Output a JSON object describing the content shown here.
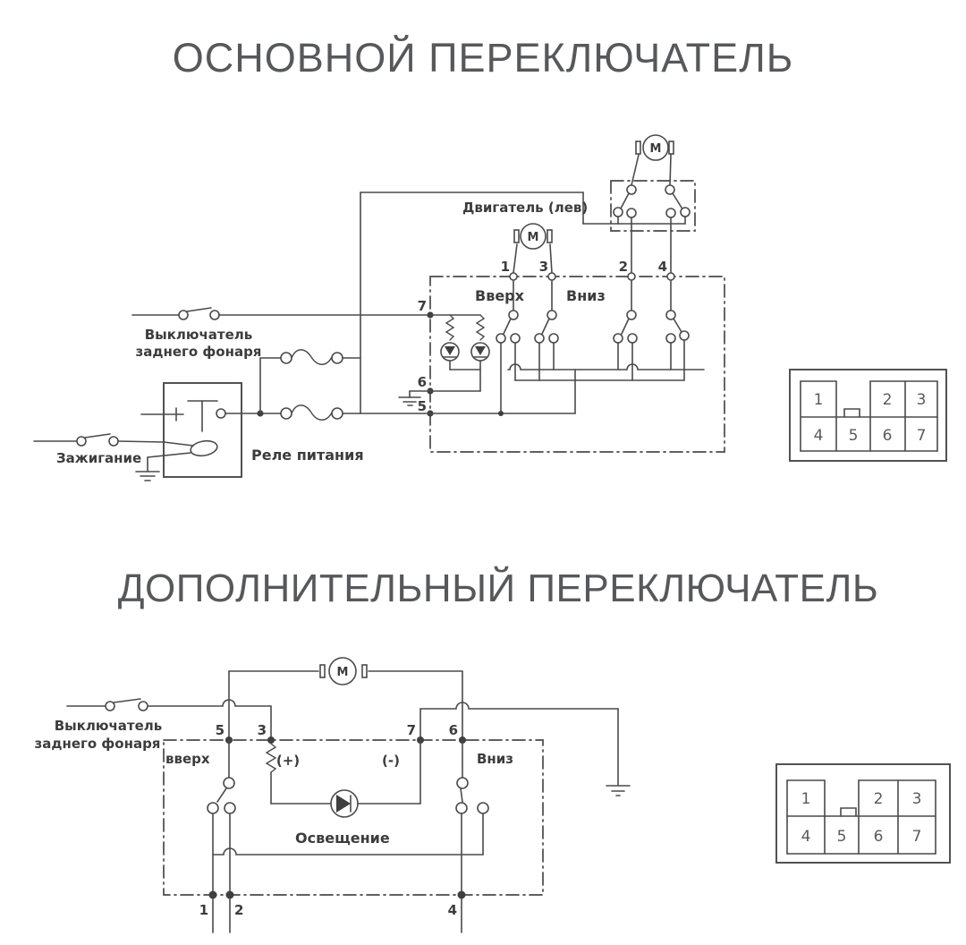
{
  "page": {
    "background": "#ffffff",
    "line_color": "#4a4a4a",
    "title_color": "#57585b"
  },
  "main_switch": {
    "title": "ОСНОВНОЙ ПЕРЕКЛЮЧАТЕЛЬ",
    "labels": {
      "motor_left": "Двигатель (лев)",
      "up": "Вверх",
      "down": "Вниз",
      "rear_light_switch_line1": "Выключатель",
      "rear_light_switch_line2": "заднего фонаря",
      "ignition": "Зажигание",
      "power_relay": "Реле питания",
      "motor_symbol": "M"
    },
    "pins": {
      "top": [
        "1",
        "3",
        "2",
        "4"
      ],
      "left": [
        "7",
        "6",
        "5"
      ]
    },
    "connector": {
      "cells": [
        "1",
        "2",
        "3",
        "4",
        "5",
        "6",
        "7"
      ]
    }
  },
  "aux_switch": {
    "title": "ДОПОЛНИТЕЛЬНЫЙ ПЕРЕКЛЮЧАТЕЛЬ",
    "labels": {
      "rear_light_switch_line1": "Выключатель",
      "rear_light_switch_line2": "заднего фонаря",
      "up": "вверх",
      "down": "Вниз",
      "plus": "(+)",
      "minus": "(-)",
      "illumination": "Освещение",
      "motor_symbol": "M"
    },
    "pins": {
      "top": [
        "5",
        "3",
        "7",
        "6"
      ],
      "bottom": [
        "1",
        "2",
        "4"
      ]
    },
    "connector": {
      "cells": [
        "1",
        "2",
        "3",
        "4",
        "5",
        "6",
        "7"
      ]
    }
  }
}
